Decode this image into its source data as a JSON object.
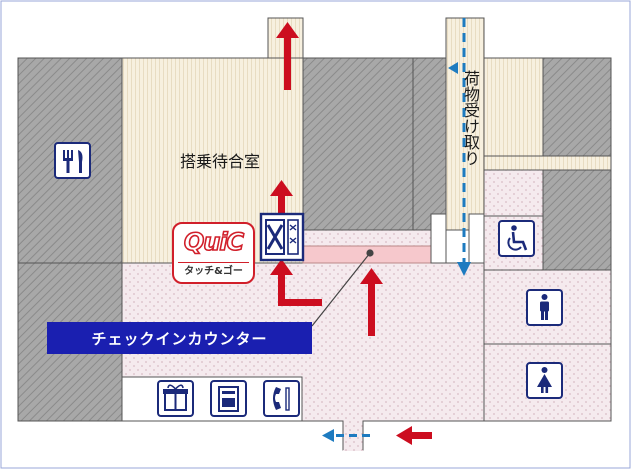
{
  "labels": {
    "waiting_room": "搭乗待合室",
    "baggage_claim": "荷物受け取り",
    "checkin_counter": "チェックインカウンター"
  },
  "quick_logo": {
    "main": "QuiC",
    "sub": "タッチ&ゴー"
  },
  "colors": {
    "hatch_grey": "#9a9a9a",
    "light_floor": "#f6efe0",
    "dotted_floor": "#f3e6ea",
    "pink_strip": "#f6c8cc",
    "arrow_red": "#cc0d1f",
    "arrow_blue": "#1e7bc0",
    "label_navy": "#1a1fb0",
    "icon_navy": "#1b2a7a"
  },
  "icons": {
    "restaurant": "fork-knife-icon",
    "wheelchair": "wheelchair-icon",
    "restroom_men": "man-icon",
    "restroom_women": "woman-icon",
    "gift_shop": "gift-box-icon",
    "locker": "locker-icon",
    "telephone": "telephone-icon",
    "security_gate": "security-gate-icon"
  }
}
